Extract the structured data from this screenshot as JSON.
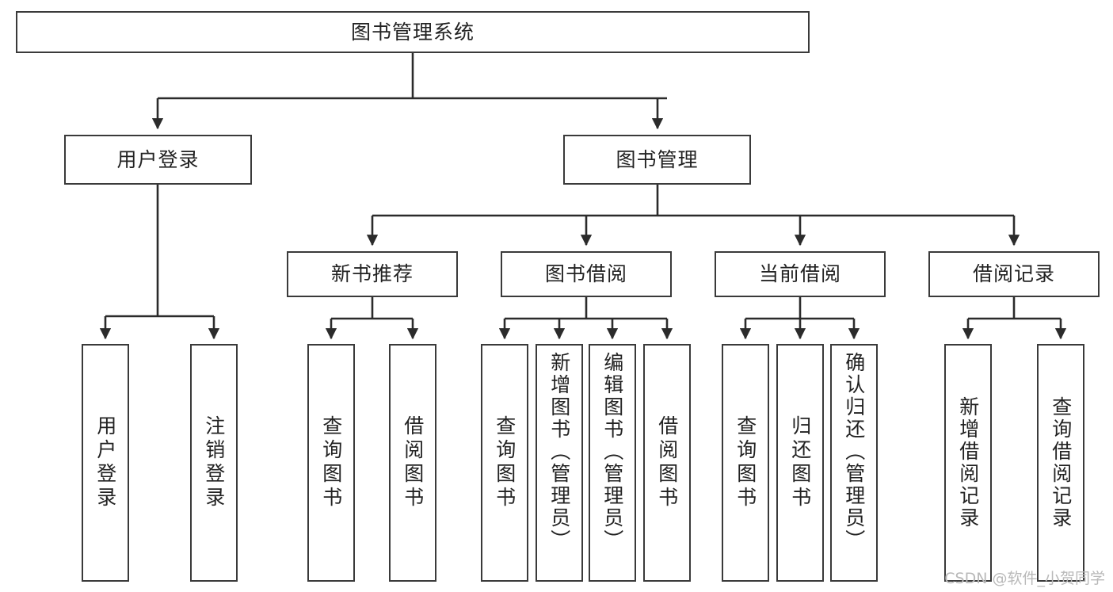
{
  "diagram": {
    "title": "图书管理系统",
    "type": "tree-hierarchy-diagram",
    "watermark": "CSDN @软件_小贺同学",
    "colors": {
      "box_border": "#3a3a3a",
      "box_fill": "#ffffff",
      "edge": "#2b2b2b",
      "text": "#222222",
      "watermark": "#b9b9b9",
      "background": "#ffffff"
    },
    "levels": {
      "root": {
        "label": "图书管理系统"
      },
      "level2": [
        {
          "id": "user-login",
          "label": "用户登录"
        },
        {
          "id": "book-management",
          "label": "图书管理"
        }
      ],
      "level3": [
        {
          "id": "new-book-recommend",
          "label": "新书推荐",
          "parent": "book-management"
        },
        {
          "id": "book-borrow",
          "label": "图书借阅",
          "parent": "book-management"
        },
        {
          "id": "current-borrow",
          "label": "当前借阅",
          "parent": "book-management"
        },
        {
          "id": "borrow-record",
          "label": "借阅记录",
          "parent": "book-management"
        }
      ],
      "leaves": [
        {
          "id": "leaf-user-login",
          "label": "用户登录",
          "parent": "user-login"
        },
        {
          "id": "leaf-logout",
          "label": "注销登录",
          "parent": "user-login"
        },
        {
          "id": "leaf-query-book-1",
          "label": "查询图书",
          "parent": "new-book-recommend"
        },
        {
          "id": "leaf-borrow-book-1",
          "label": "借阅图书",
          "parent": "new-book-recommend"
        },
        {
          "id": "leaf-query-book-2",
          "label": "查询图书",
          "parent": "book-borrow"
        },
        {
          "id": "leaf-add-book",
          "label": "新增图书（管理员）",
          "parent": "book-borrow"
        },
        {
          "id": "leaf-edit-book",
          "label": "编辑图书（管理员）",
          "parent": "book-borrow"
        },
        {
          "id": "leaf-borrow-book-2",
          "label": "借阅图书",
          "parent": "book-borrow"
        },
        {
          "id": "leaf-query-book-3",
          "label": "查询图书",
          "parent": "current-borrow"
        },
        {
          "id": "leaf-return-book",
          "label": "归还图书",
          "parent": "current-borrow"
        },
        {
          "id": "leaf-confirm-return",
          "label": "确认归还（管理员）",
          "parent": "current-borrow"
        },
        {
          "id": "leaf-add-record",
          "label": "新增借阅记录",
          "parent": "borrow-record"
        },
        {
          "id": "leaf-query-record",
          "label": "查询借阅记录",
          "parent": "borrow-record"
        }
      ]
    }
  }
}
